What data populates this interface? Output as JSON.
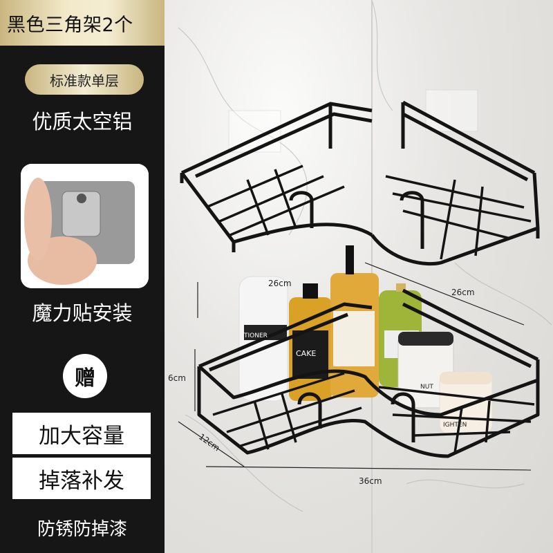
{
  "title": "黑色三角架2个",
  "tag": "标准款单层",
  "material": "优质太空铝",
  "install": "魔力贴安装",
  "gift": "赠",
  "features": [
    "加大容量",
    "掉落补发"
  ],
  "sub_feature": "防锈防掉漆",
  "dimensions": {
    "top_left": "26cm",
    "top_right": "26cm",
    "height": "6cm",
    "depth": "12cm",
    "width": "36cm"
  },
  "bottle_labels": [
    "TIONER",
    "CAKE",
    "NUT",
    "IGHTEN"
  ],
  "colors": {
    "gold": "#d6c594",
    "dark": "#161616",
    "rack": "#141414"
  }
}
